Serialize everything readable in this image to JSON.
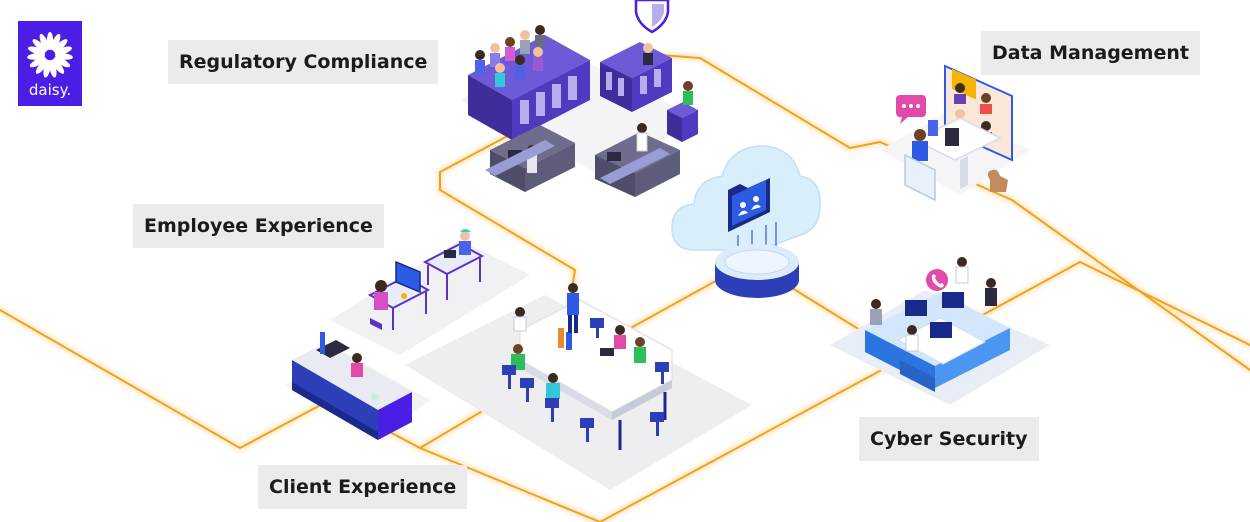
{
  "brand": {
    "name": "daisy.",
    "color": "#4b1ee6"
  },
  "labels": {
    "regulatory": "Regulatory Compliance",
    "data": "Data Management",
    "employee": "Employee Experience",
    "cyber": "Cyber Security",
    "client": "Client Experience"
  },
  "colors": {
    "network_line": "#f6a01a",
    "floor": "#f1f1f3",
    "purple": "#5b32c8",
    "blue": "#2d5be3",
    "cloud": "#d8eefb",
    "label_bg": "#ebebeb"
  },
  "icons": {
    "cloud": "cloud-icon",
    "shield": "shield-icon",
    "folder": "folder-users-icon",
    "chat": "chat-bubble-icon",
    "phone": "phone-icon"
  }
}
